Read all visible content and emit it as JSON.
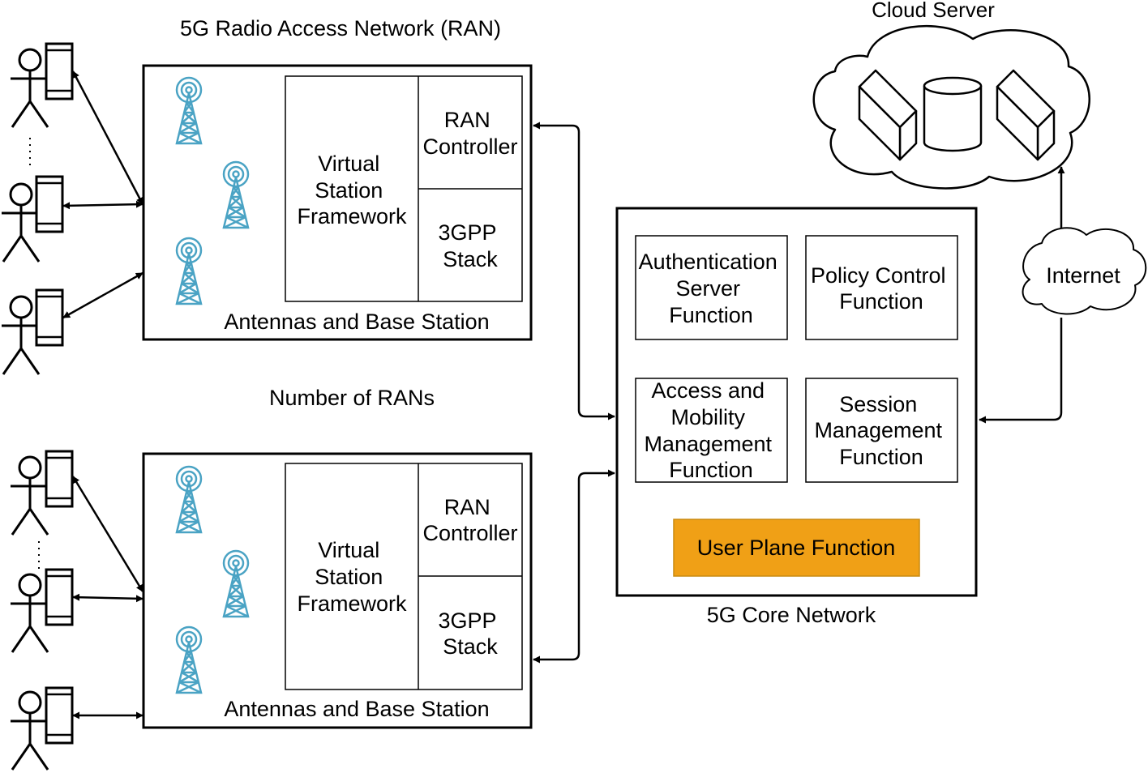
{
  "ran": {
    "title": "5G Radio Access Network (RAN)",
    "count_label": "Number of RANs",
    "units": [
      {
        "virtual_station": [
          "Virtual",
          "Station",
          "Framework"
        ],
        "ran_controller": [
          "RAN",
          "Controller"
        ],
        "stack": [
          "3GPP",
          "Stack"
        ],
        "base_label": "Antennas and Base Station"
      },
      {
        "virtual_station": [
          "Virtual",
          "Station",
          "Framework"
        ],
        "ran_controller": [
          "RAN",
          "Controller"
        ],
        "stack": [
          "3GPP",
          "Stack"
        ],
        "base_label": "Antennas and Base Station"
      }
    ]
  },
  "core": {
    "title": "5G Core Network",
    "functions": {
      "auth": [
        "Authentication",
        "Server",
        "Function"
      ],
      "policy": [
        "Policy Control",
        "Function"
      ],
      "amf": [
        "Access and",
        "Mobility",
        "Management",
        "Function"
      ],
      "smf": [
        "Session",
        "Management",
        "Function"
      ]
    },
    "upf": "User Plane Function",
    "upf_color": "#f0a016"
  },
  "cloud": {
    "title": "Cloud Server",
    "internet": "Internet"
  },
  "colors": {
    "antenna": "#4aa3c4",
    "line": "#000000"
  },
  "icons": [
    "user-icon",
    "phone-icon",
    "antenna-icon",
    "server-icon",
    "database-icon",
    "cloud-icon"
  ]
}
